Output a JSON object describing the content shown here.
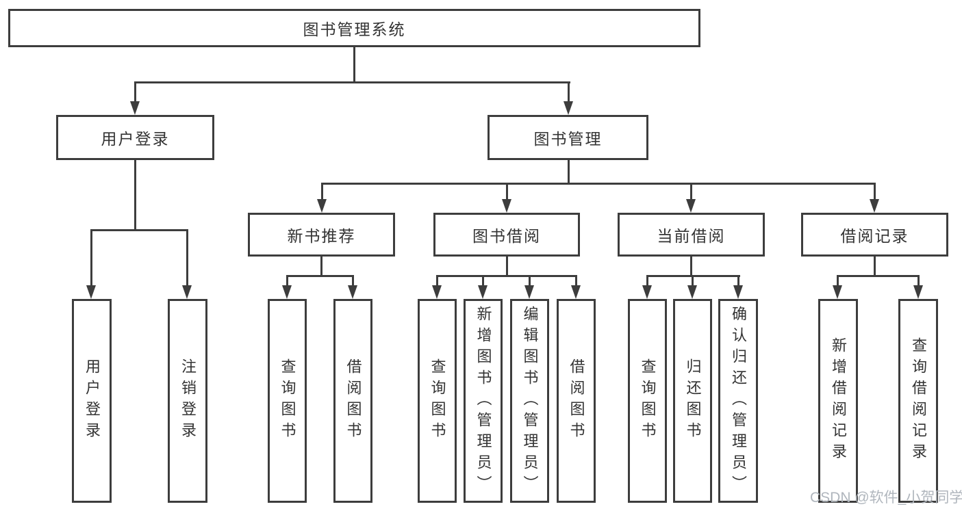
{
  "diagram": {
    "root": {
      "label": "图书管理系统"
    },
    "branches": [
      {
        "label": "用户登录",
        "leaves": [
          {
            "label": "用户登录"
          },
          {
            "label": "注销登录"
          }
        ]
      },
      {
        "label": "图书管理",
        "groups": [
          {
            "label": "新书推荐",
            "leaves": [
              {
                "label": "查询图书"
              },
              {
                "label": "借阅图书"
              }
            ]
          },
          {
            "label": "图书借阅",
            "leaves": [
              {
                "label": "查询图书"
              },
              {
                "label": "新增图书（管理员）"
              },
              {
                "label": "编辑图书（管理员）"
              },
              {
                "label": "借阅图书"
              }
            ]
          },
          {
            "label": "当前借阅",
            "leaves": [
              {
                "label": "查询图书"
              },
              {
                "label": "归还图书"
              },
              {
                "label": "确认归还（管理员）"
              }
            ]
          },
          {
            "label": "借阅记录",
            "leaves": [
              {
                "label": "新增借阅记录"
              },
              {
                "label": "查询借阅记录"
              }
            ]
          }
        ]
      }
    ],
    "watermark": "CSDN @软件_小贺同学",
    "colors": {
      "line": "#3d3d3d",
      "text": "#333333",
      "box_background": "#ffffff",
      "watermark": "#b0b6bd"
    }
  }
}
